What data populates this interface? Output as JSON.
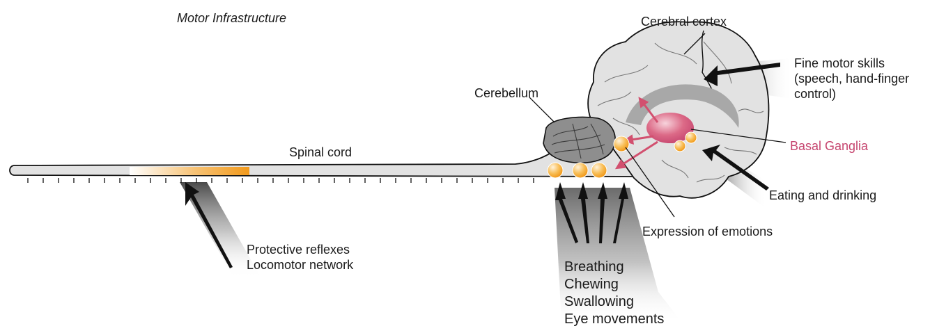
{
  "title": "Motor Infrastructure",
  "labels": {
    "cerebral_cortex": "Cerebral cortex",
    "cerebellum": "Cerebellum",
    "spinal_cord": "Spinal cord",
    "basal_ganglia": "Basal Ganglia",
    "expression_of_emotions": "Expression of emotions",
    "eating_and_drinking": "Eating and drinking",
    "fine_motor": [
      "Fine motor skills",
      "(speech, hand-finger",
      "control)"
    ],
    "spinal_functions": [
      "Protective reflexes",
      "Locomotor network"
    ],
    "brainstem_functions": [
      "Breathing",
      "Chewing",
      "Swallowing",
      "Eye movements"
    ]
  },
  "colors": {
    "tissue_fill": "#e2e2e2",
    "outline": "#111111",
    "cerebellum_fill": "#8e8e8e",
    "basal_ganglia": "#d2506f",
    "nuclei": "#f5a623",
    "spinal_segment": "#f29a1c",
    "arrow": "#111111"
  }
}
